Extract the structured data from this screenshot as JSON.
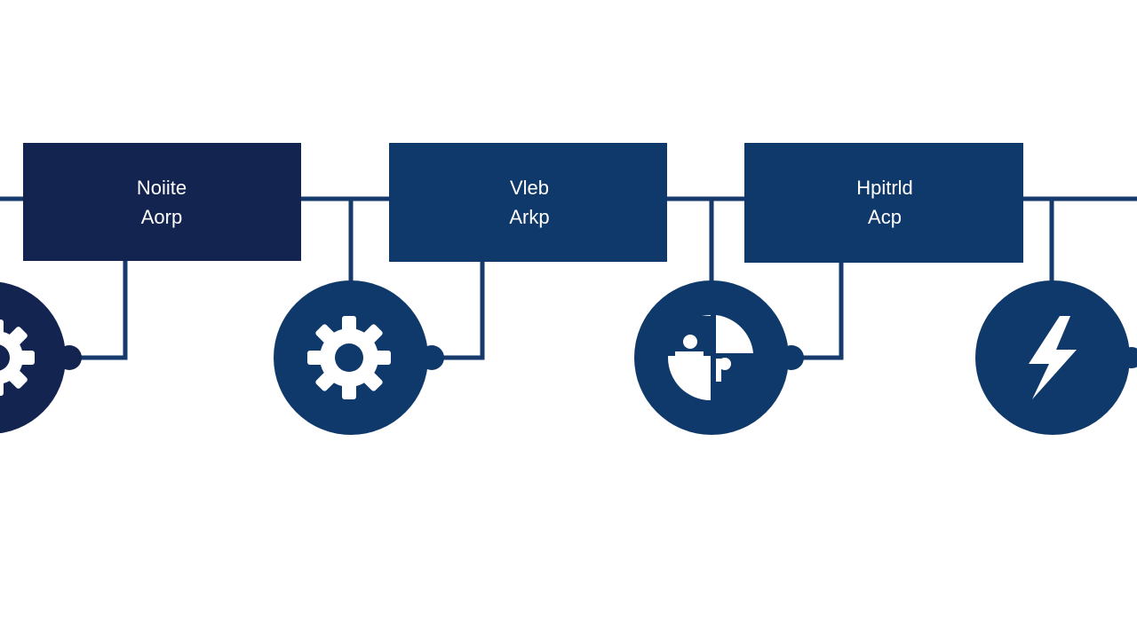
{
  "colors": {
    "navy_dark": "#12244f",
    "navy": "#10396b",
    "line": "#163a6b",
    "icon_fill": "#ffffff",
    "background": "#ffffff"
  },
  "boxes": [
    {
      "line1": "Noiite",
      "line2": "Aorp"
    },
    {
      "line1": "Vleb",
      "line2": "Arkp"
    },
    {
      "line1": "Hpitrld",
      "line2": "Acp"
    }
  ],
  "icons": [
    {
      "name": "gear-icon"
    },
    {
      "name": "gear-icon"
    },
    {
      "name": "puzzle-icon"
    },
    {
      "name": "lightning-icon"
    }
  ]
}
